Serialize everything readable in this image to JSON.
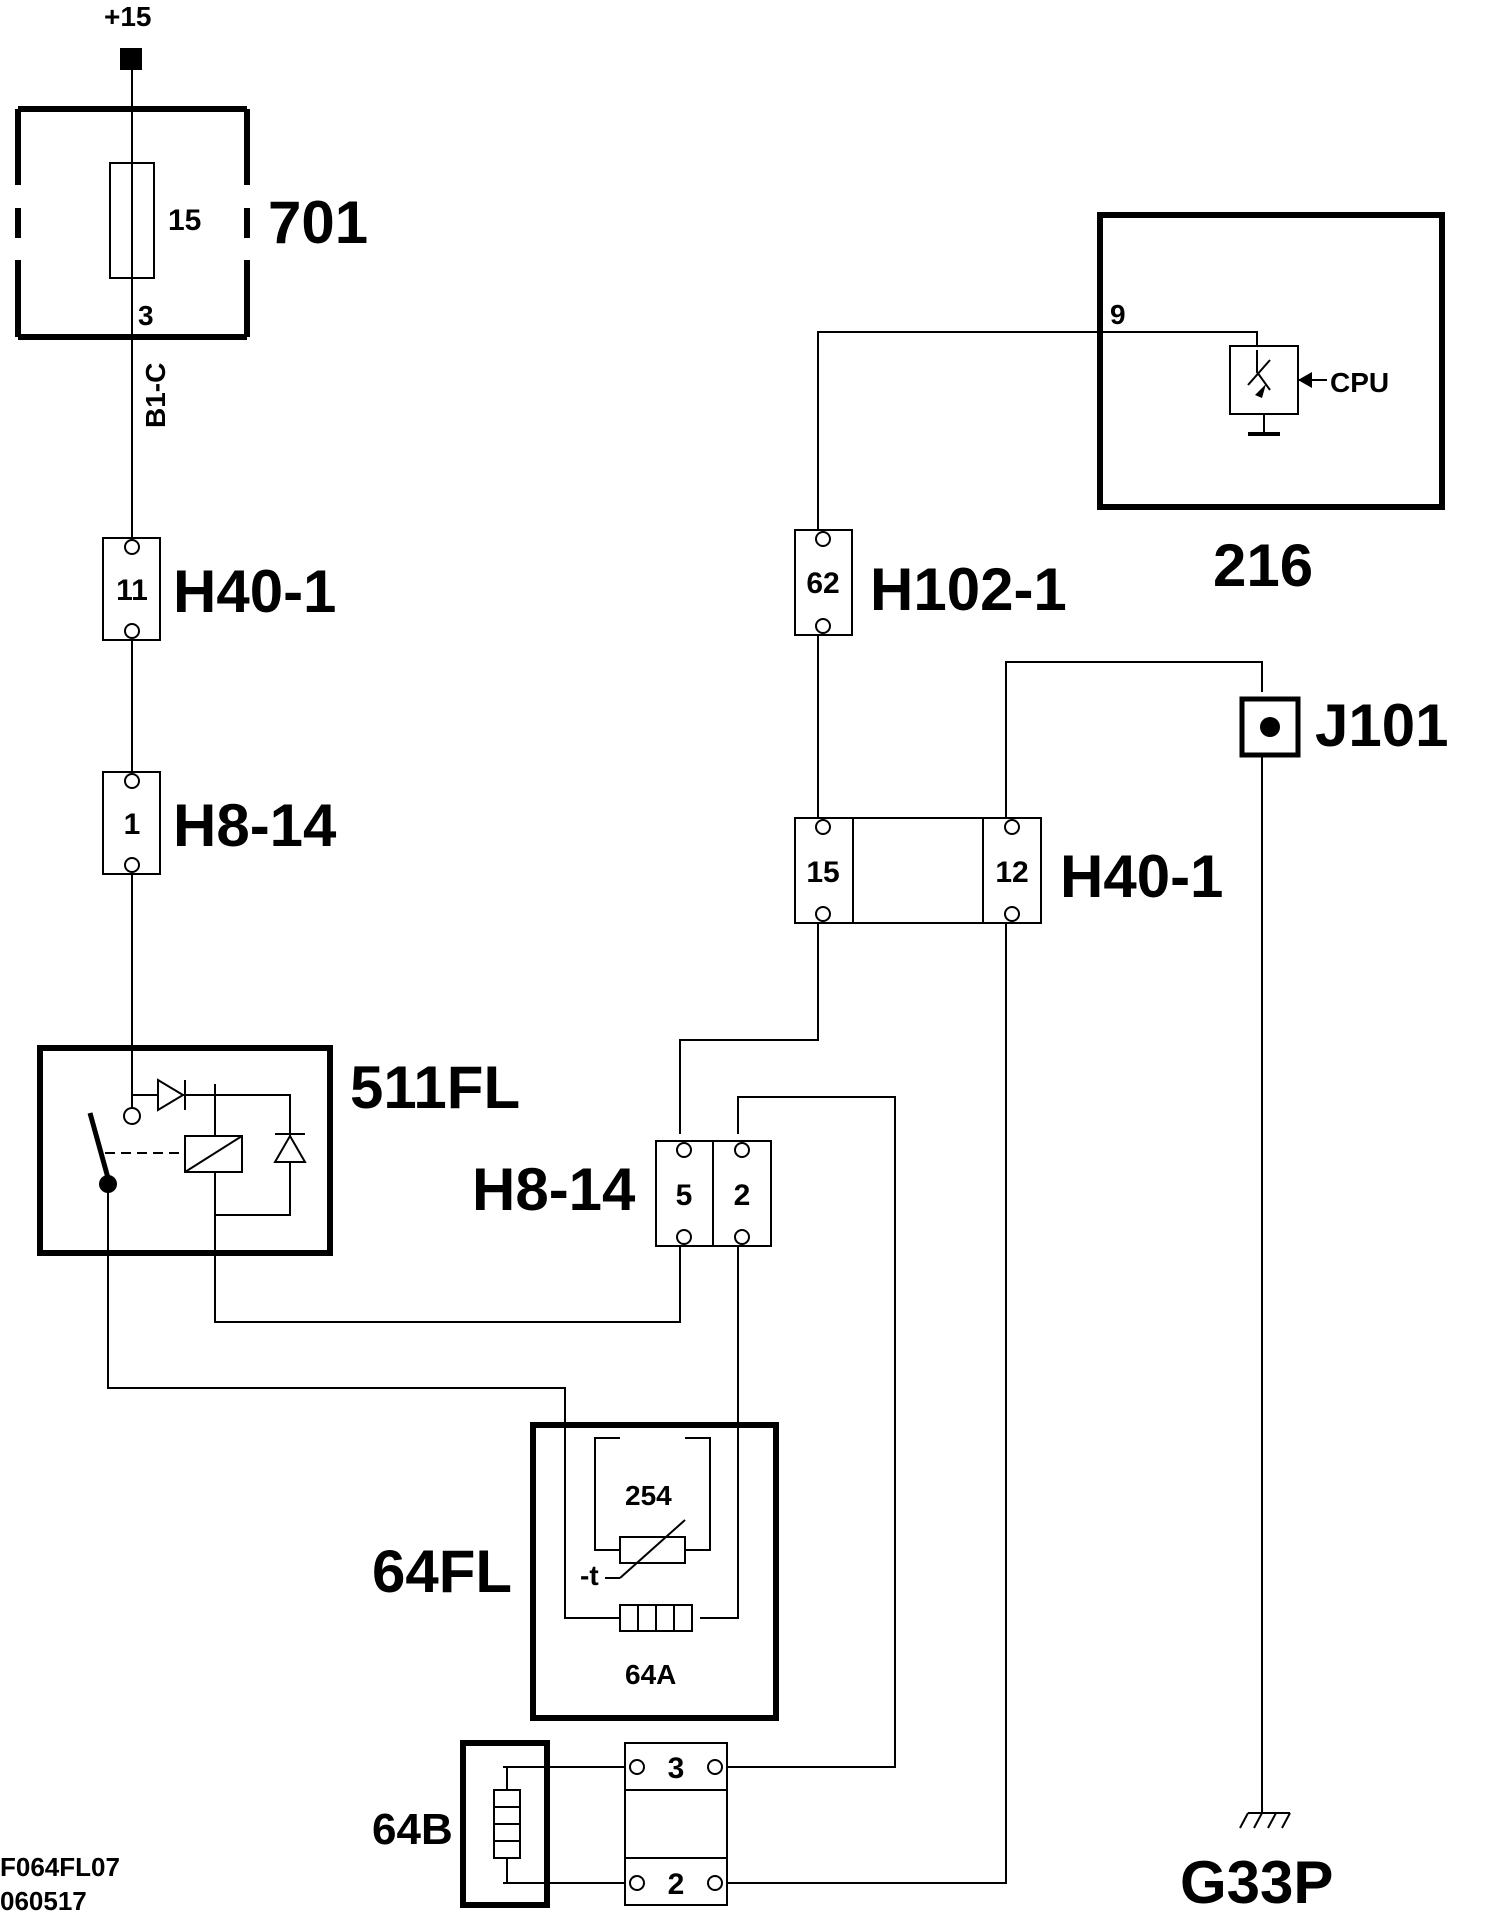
{
  "diagram": {
    "supply_label": "+15",
    "fuse_box": {
      "name": "701",
      "fuse_value": "15",
      "pin": "3"
    },
    "wire_label": "B1-C",
    "connectors": {
      "h40_1_top": {
        "name": "H40-1",
        "pin": "11"
      },
      "h8_14_top": {
        "name": "H8-14",
        "pin": "1"
      },
      "h102_1": {
        "name": "H102-1",
        "pin": "62"
      },
      "h40_1_right": {
        "name": "H40-1",
        "pin_a": "15",
        "pin_b": "12"
      },
      "h8_14_mid": {
        "name": "H8-14",
        "pin_a": "5",
        "pin_b": "2"
      },
      "c64b_conn": {
        "pin_a": "3",
        "pin_b": "2"
      }
    },
    "ecu": {
      "name": "216",
      "pin": "9",
      "cpu_label": "CPU"
    },
    "relay": {
      "name": "511FL"
    },
    "splice": {
      "name": "J101"
    },
    "heater_unit": {
      "name": "64FL",
      "sensor": "254",
      "element": "64A"
    },
    "heater_b": {
      "name": "64B"
    },
    "ground": {
      "name": "G33P"
    },
    "ref_code": "F064FL07",
    "ref_date": "060517"
  }
}
